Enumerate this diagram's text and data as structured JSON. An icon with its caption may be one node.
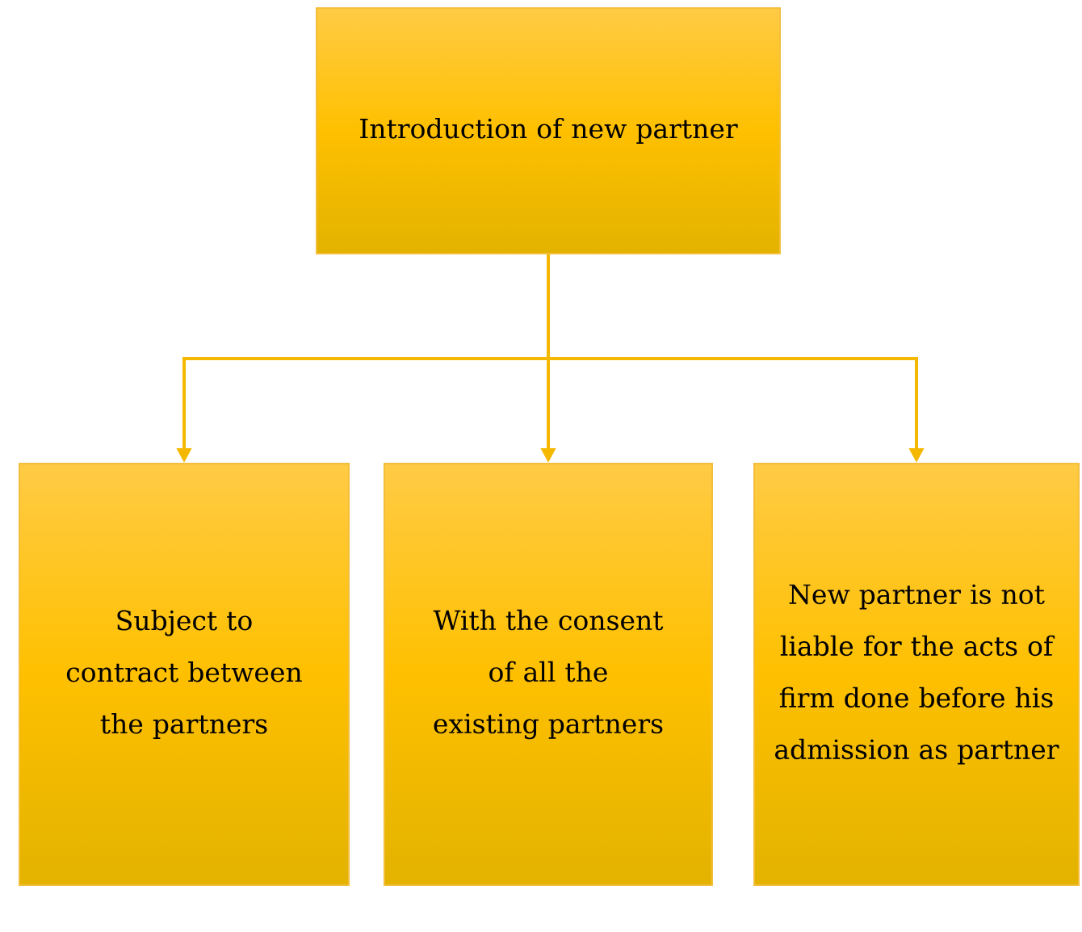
{
  "diagram": {
    "nodes": [
      {
        "text": [
          "Introduction of new partner"
        ]
      },
      {
        "text": [
          "Subject to contract between the partners"
        ]
      },
      {
        "text": [
          "With the consent of all the existing partners"
        ]
      },
      {
        "text": [
          "New partner is not liable for the acts of firm done before his admission as partner"
        ]
      }
    ],
    "edges": [
      {
        "from": 0,
        "to": 1,
        "arrow": "to"
      },
      {
        "from": 0,
        "to": 2,
        "arrow": "to"
      },
      {
        "from": 0,
        "to": 3,
        "arrow": "to"
      }
    ]
  }
}
